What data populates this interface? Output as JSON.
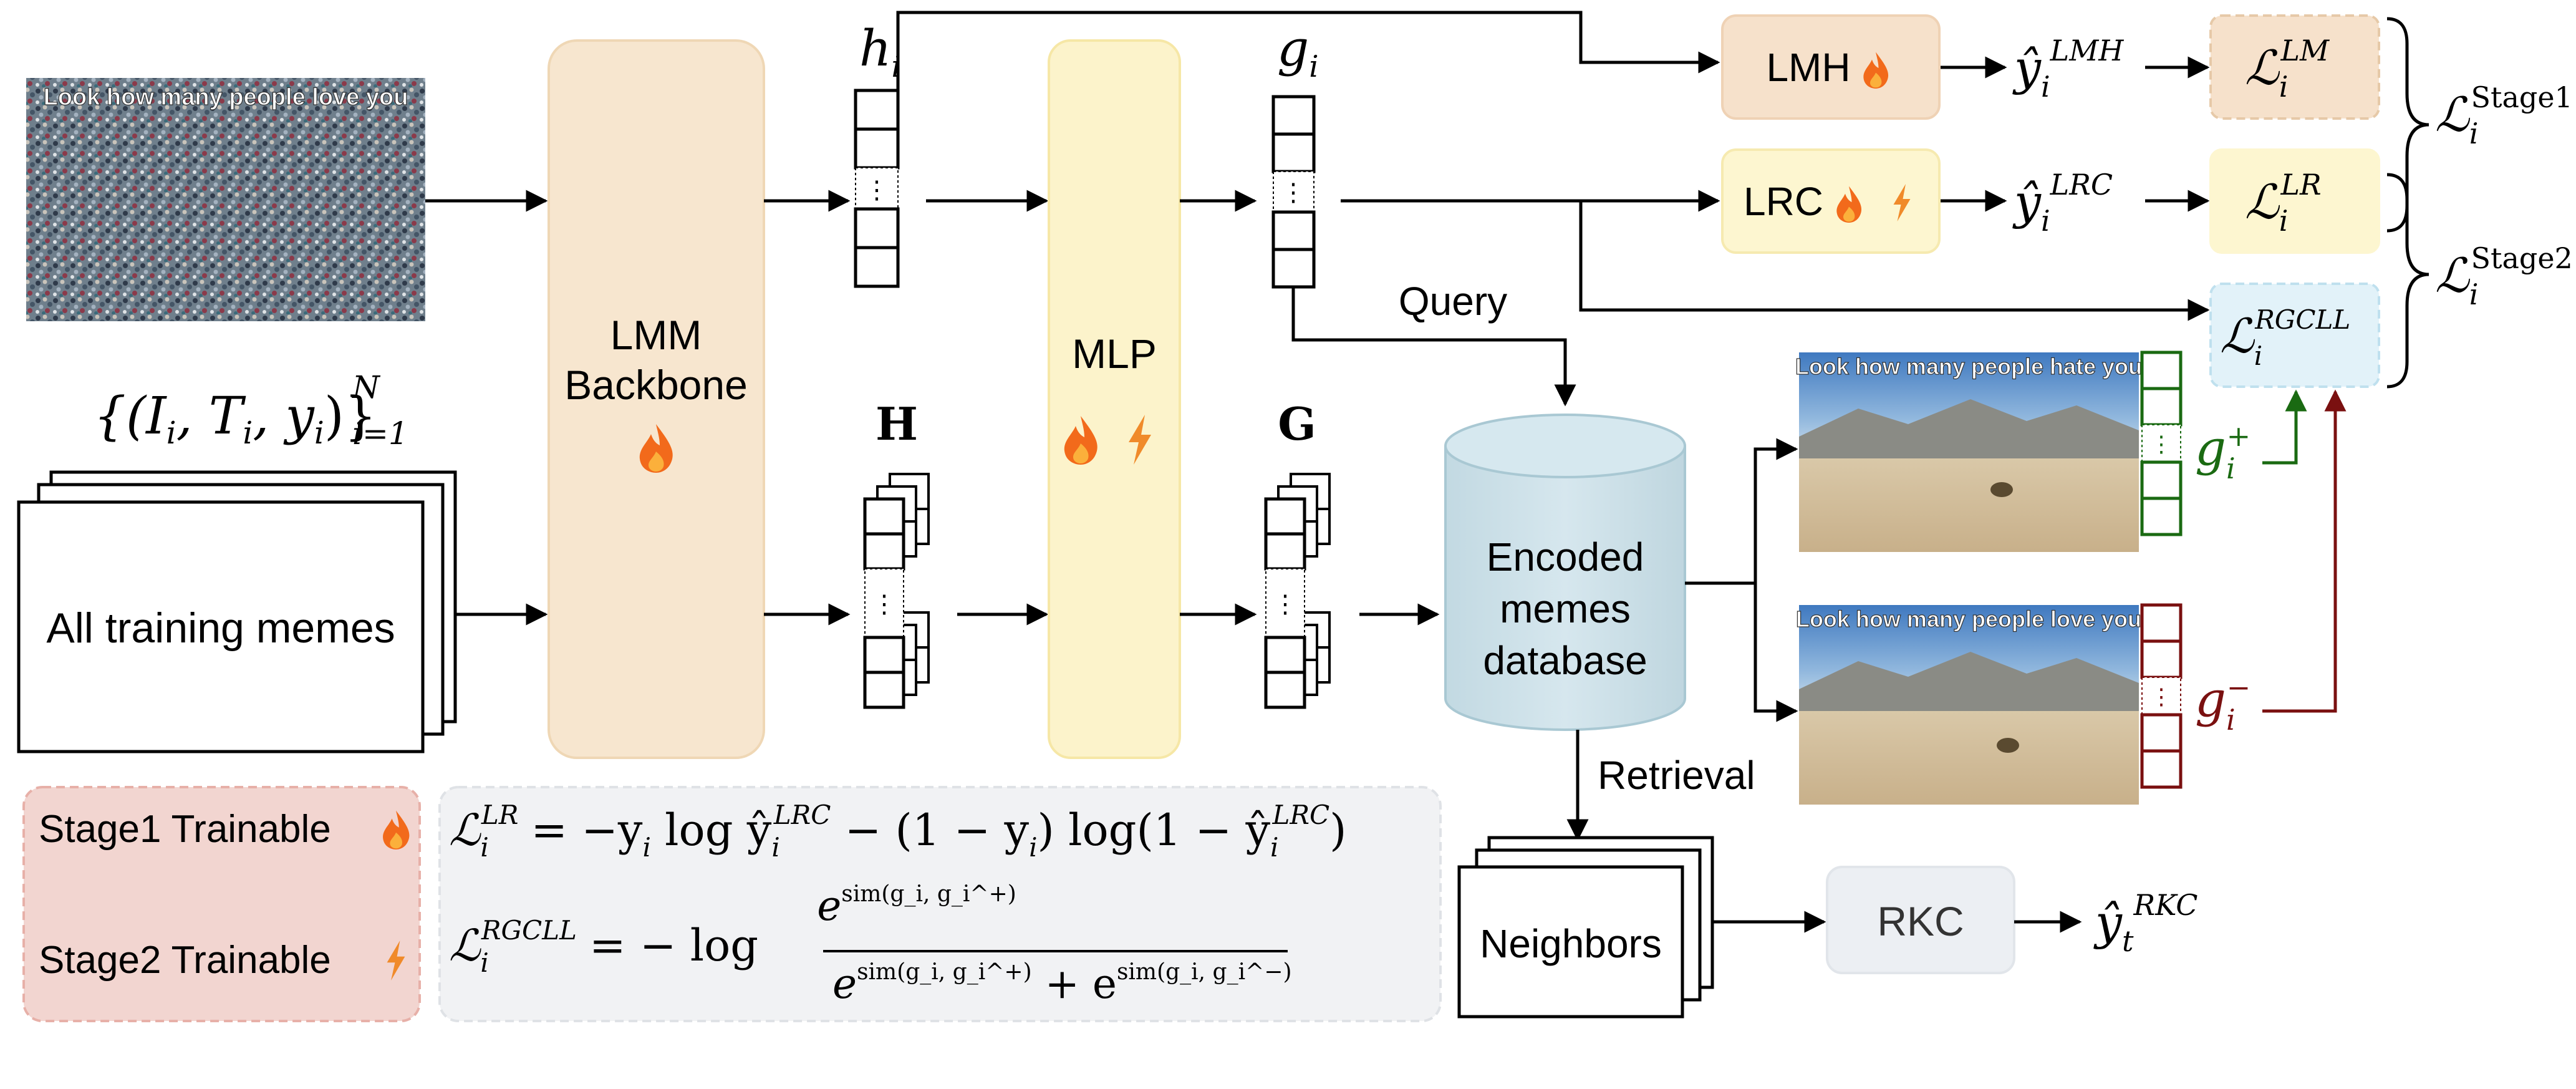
{
  "inputs": {
    "dataset_label": "{(I_i, T_i, y_i)}_{i=1}^{N}",
    "dataset_set": "{(I",
    "dataset_I_sub": "i",
    "dataset_T": ", T",
    "dataset_T_sub": "i",
    "dataset_y": ", y",
    "dataset_y_sub": "i",
    "dataset_close": ")}",
    "dataset_N": "N",
    "dataset_i1": "i=1",
    "meme_caption_input": "Look how many people love you",
    "stack_label": "All training memes"
  },
  "modules": {
    "backbone_line1": "LMM",
    "backbone_line2": "Backbone",
    "mlp": "MLP",
    "lmh": "LMH",
    "lrc": "LRC",
    "rkc": "RKC",
    "database_line1": "Encoded",
    "database_line2": "memes",
    "database_line3": "database",
    "neighbors": "Neighbors"
  },
  "labels": {
    "h_base": "h",
    "h_sub": "i",
    "g_base": "g",
    "g_sub": "i",
    "H": "H",
    "G": "G",
    "query": "Query",
    "retrieval": "Retrieval",
    "dots": "⋮"
  },
  "outputs": {
    "y_hat": "ŷ",
    "y_lmh_sub": "i",
    "y_lmh_sup": "LMH",
    "y_lrc_sub": "i",
    "y_lrc_sup": "LRC",
    "y_rkc_sub": "t",
    "y_rkc_sup": "RKC"
  },
  "losses": {
    "L": "ℒ",
    "lm_sub": "i",
    "lm_sup": "LM",
    "lr_sub": "i",
    "lr_sup": "LR",
    "rgcll_sub": "i",
    "rgcll_sup": "RGCLL",
    "stage1_sub": "i",
    "stage1_sup": "Stage1",
    "stage2_sub": "i",
    "stage2_sup": "Stage2"
  },
  "retrieved": {
    "pos_caption": "Look how many people hate you",
    "neg_caption": "Look how many people love you",
    "g_pos_base": "g",
    "g_pos_sub": "i",
    "g_pos_sup": "+",
    "g_neg_base": "g",
    "g_neg_sub": "i",
    "g_neg_sup": "−"
  },
  "legend": {
    "stage1": "Stage1 Trainable",
    "stage2": "Stage2 Trainable"
  },
  "formulas": {
    "lr_lhs": "ℒ",
    "lr_lhs_sub": "i",
    "lr_lhs_sup": "LR",
    "lr_rhs_1": "= −y",
    "lr_rhs_1_sub": "i",
    "lr_rhs_2": " log ŷ",
    "lr_rhs_2_sub": "i",
    "lr_rhs_2_sup": "LRC",
    "lr_rhs_3": " − (1 − y",
    "lr_rhs_3_sub": "i",
    "lr_rhs_4": ") log(1 − ŷ",
    "lr_rhs_4_sub": "i",
    "lr_rhs_4_sup": "LRC",
    "lr_rhs_5": ")",
    "rg_lhs": "ℒ",
    "rg_lhs_sub": "i",
    "rg_lhs_sup": "RGCLL",
    "rg_eq": "= − log",
    "rg_num": "e",
    "rg_num_sup": "sim(g_i, g_i^+)",
    "rg_den1": "e",
    "rg_den1_sup": "sim(g_i, g_i^+)",
    "rg_plus": " + e",
    "rg_den2_sup": "sim(g_i, g_i^−)"
  },
  "colors": {
    "backbone_fill": "#f7e6cf",
    "backbone_stroke": "#efd7b5",
    "mlp_fill": "#fcf3cb",
    "mlp_stroke": "#f6e7a6",
    "lmh_fill": "#f6e1cb",
    "lrc_fill": "#fdf6d0",
    "rgcll_fill": "#e2f2f9",
    "db_fill": "#cfe3ea",
    "db_stroke": "#a9c8d3",
    "rkc_fill": "#eceff3",
    "legend_fill": "#f2d5d0",
    "legend_stroke": "#e7b0a8",
    "formula_fill": "#f1f2f4",
    "pos_green": "#1a6a12",
    "neg_red": "#7a1010",
    "fire": "#f26a1b",
    "bolt": "#f08a2a"
  },
  "icons": [
    "fire-icon",
    "lightning-icon"
  ]
}
